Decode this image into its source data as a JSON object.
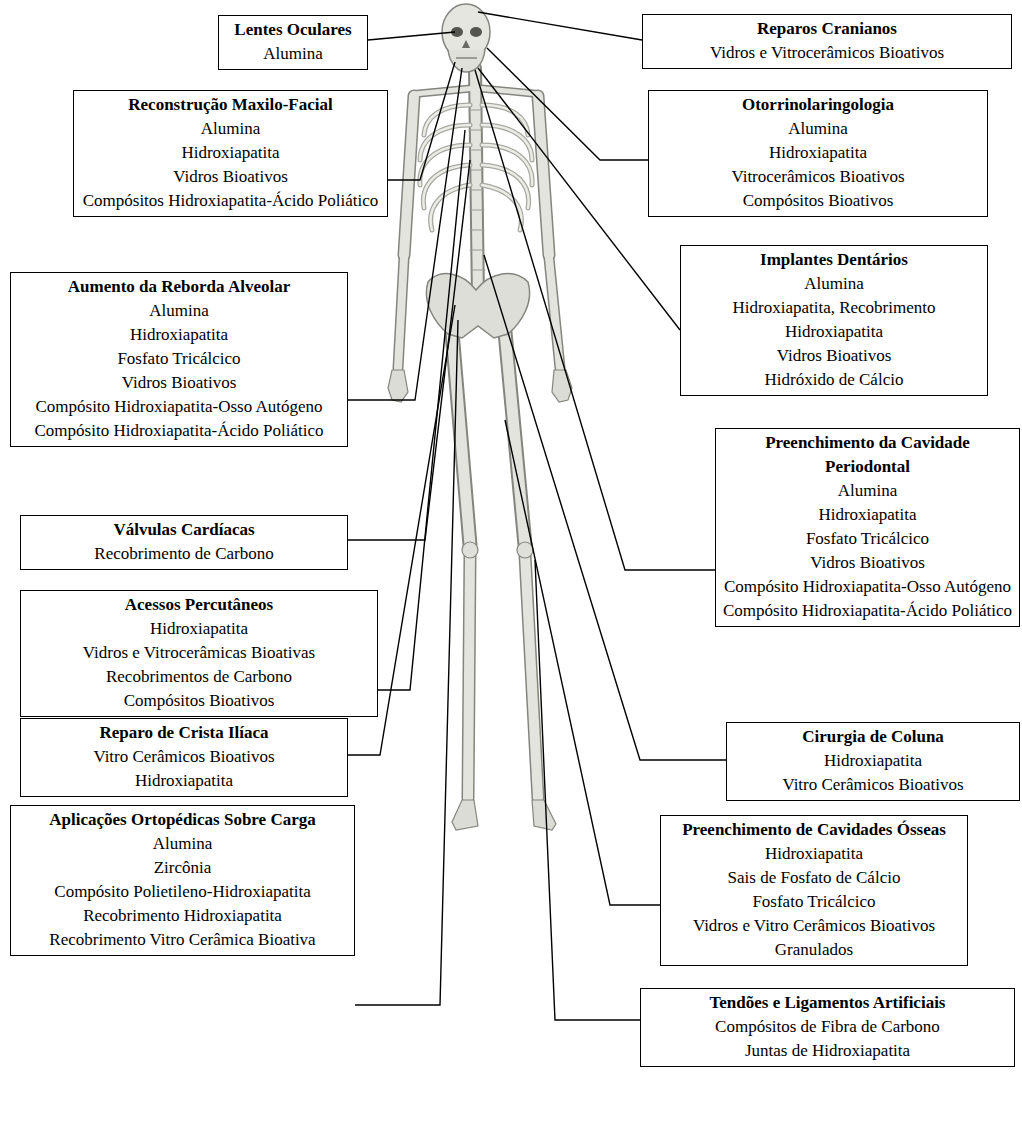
{
  "diagram": {
    "nodes": [
      {
        "text": [
          "Lentes Oculares",
          "Alumina"
        ]
      },
      {
        "text": [
          "Reparos Cranianos",
          "Vidros e Vitrocerâmicos Bioativos"
        ]
      },
      {
        "text": [
          "Reconstrução Maxilo-Facial",
          "Alumina",
          "Hidroxiapatita",
          "Vidros Bioativos",
          "Compósitos Hidroxiapatita-Ácido Poliático"
        ]
      },
      {
        "text": [
          "Otorrinolaringologia",
          "Alumina",
          "Hidroxiapatita",
          "Vitrocerâmicos Bioativos",
          "Compósitos Bioativos"
        ]
      },
      {
        "text": [
          "Aumento da Reborda Alveolar",
          "Alumina",
          "Hidroxiapatita",
          "Fosfato Tricálcico",
          "Vidros Bioativos",
          "Compósito Hidroxiapatita-Osso Autógeno",
          "Compósito Hidroxiapatita-Ácido Poliático"
        ]
      },
      {
        "text": [
          "Implantes Dentários",
          "Alumina",
          "Hidroxiapatita, Recobrimento Hidroxiapatita",
          "Vidros Bioativos",
          "Hidróxido de Cálcio"
        ]
      },
      {
        "text": [
          "Preenchimento da Cavidade Periodontal",
          "Alumina",
          "Hidroxiapatita",
          "Fosfato Tricálcico",
          "Vidros Bioativos",
          "Compósito Hidroxiapatita-Osso Autógeno",
          "Compósito Hidroxiapatita-Ácido Poliático"
        ]
      },
      {
        "text": [
          "Válvulas Cardíacas",
          "Recobrimento de Carbono"
        ]
      },
      {
        "text": [
          "Acessos Percutâneos",
          "Hidroxiapatita",
          "Vidros e Vitrocerâmicas Bioativas",
          "Recobrimentos de Carbono",
          "Compósitos Bioativos"
        ]
      },
      {
        "text": [
          "Cirurgia de Coluna",
          "Hidroxiapatita",
          "Vitro Cerâmicos Bioativos"
        ]
      },
      {
        "text": [
          "Reparo de Crista Ilíaca",
          "Vitro Cerâmicos Bioativos",
          "Hidroxiapatita"
        ]
      },
      {
        "text": [
          "Preenchimento de Cavidades Ósseas",
          "Hidroxiapatita",
          "Sais de Fosfato de Cálcio",
          "Fosfato Tricálcico",
          "Vidros e Vitro Cerâmicos Bioativos Granulados"
        ]
      },
      {
        "text": [
          "Aplicações Ortopédicas Sobre Carga",
          "Alumina",
          "Zircônia",
          "Compósito Polietileno-Hidroxiapatita",
          "Recobrimento Hidroxiapatita",
          "Recobrimento Vitro Cerâmica Bioativa"
        ]
      },
      {
        "text": [
          "Tendões e Ligamentos Artificiais",
          "Compósitos de Fibra de Carbono",
          "Juntas de Hidroxiapatita"
        ]
      }
    ]
  }
}
